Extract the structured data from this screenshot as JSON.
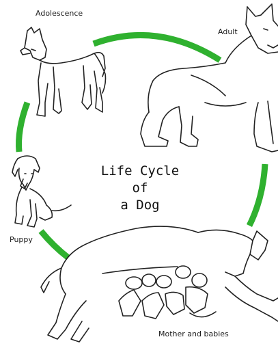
{
  "title": {
    "line1": "Life Cycle",
    "line2": "of",
    "line3": "a Dog"
  },
  "stages": [
    {
      "label": "Adolescence",
      "icon": "adolescent-dog"
    },
    {
      "label": "Adult",
      "icon": "adult-dog"
    },
    {
      "label": "Puppy",
      "icon": "puppy"
    },
    {
      "label": "Mother and babies",
      "icon": "mother-dog-with-puppies"
    }
  ],
  "colors": {
    "cycle_arc": "#2fb12f",
    "line_art": "#222222",
    "background": "#ffffff"
  }
}
